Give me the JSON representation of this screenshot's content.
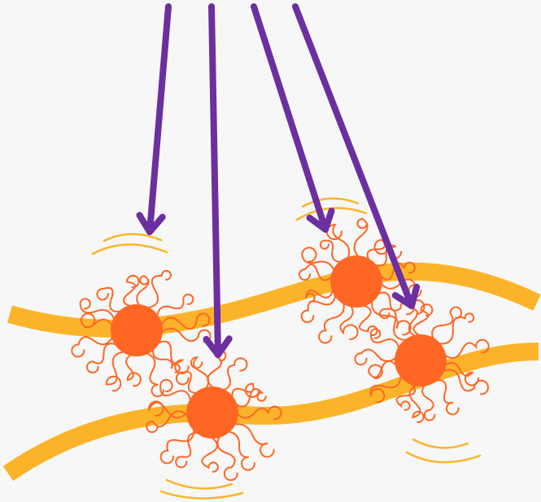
{
  "colors": {
    "background": "#f7f7f7",
    "fiber": "#fbb42a",
    "particle_core": "#ff6624",
    "particle_tendril": "#ff6624",
    "arrow": "#6b2fa0",
    "vibration_arc": "#fbb42a"
  },
  "elements": {
    "fibers": 2,
    "particles": 4,
    "arrows": 4
  }
}
